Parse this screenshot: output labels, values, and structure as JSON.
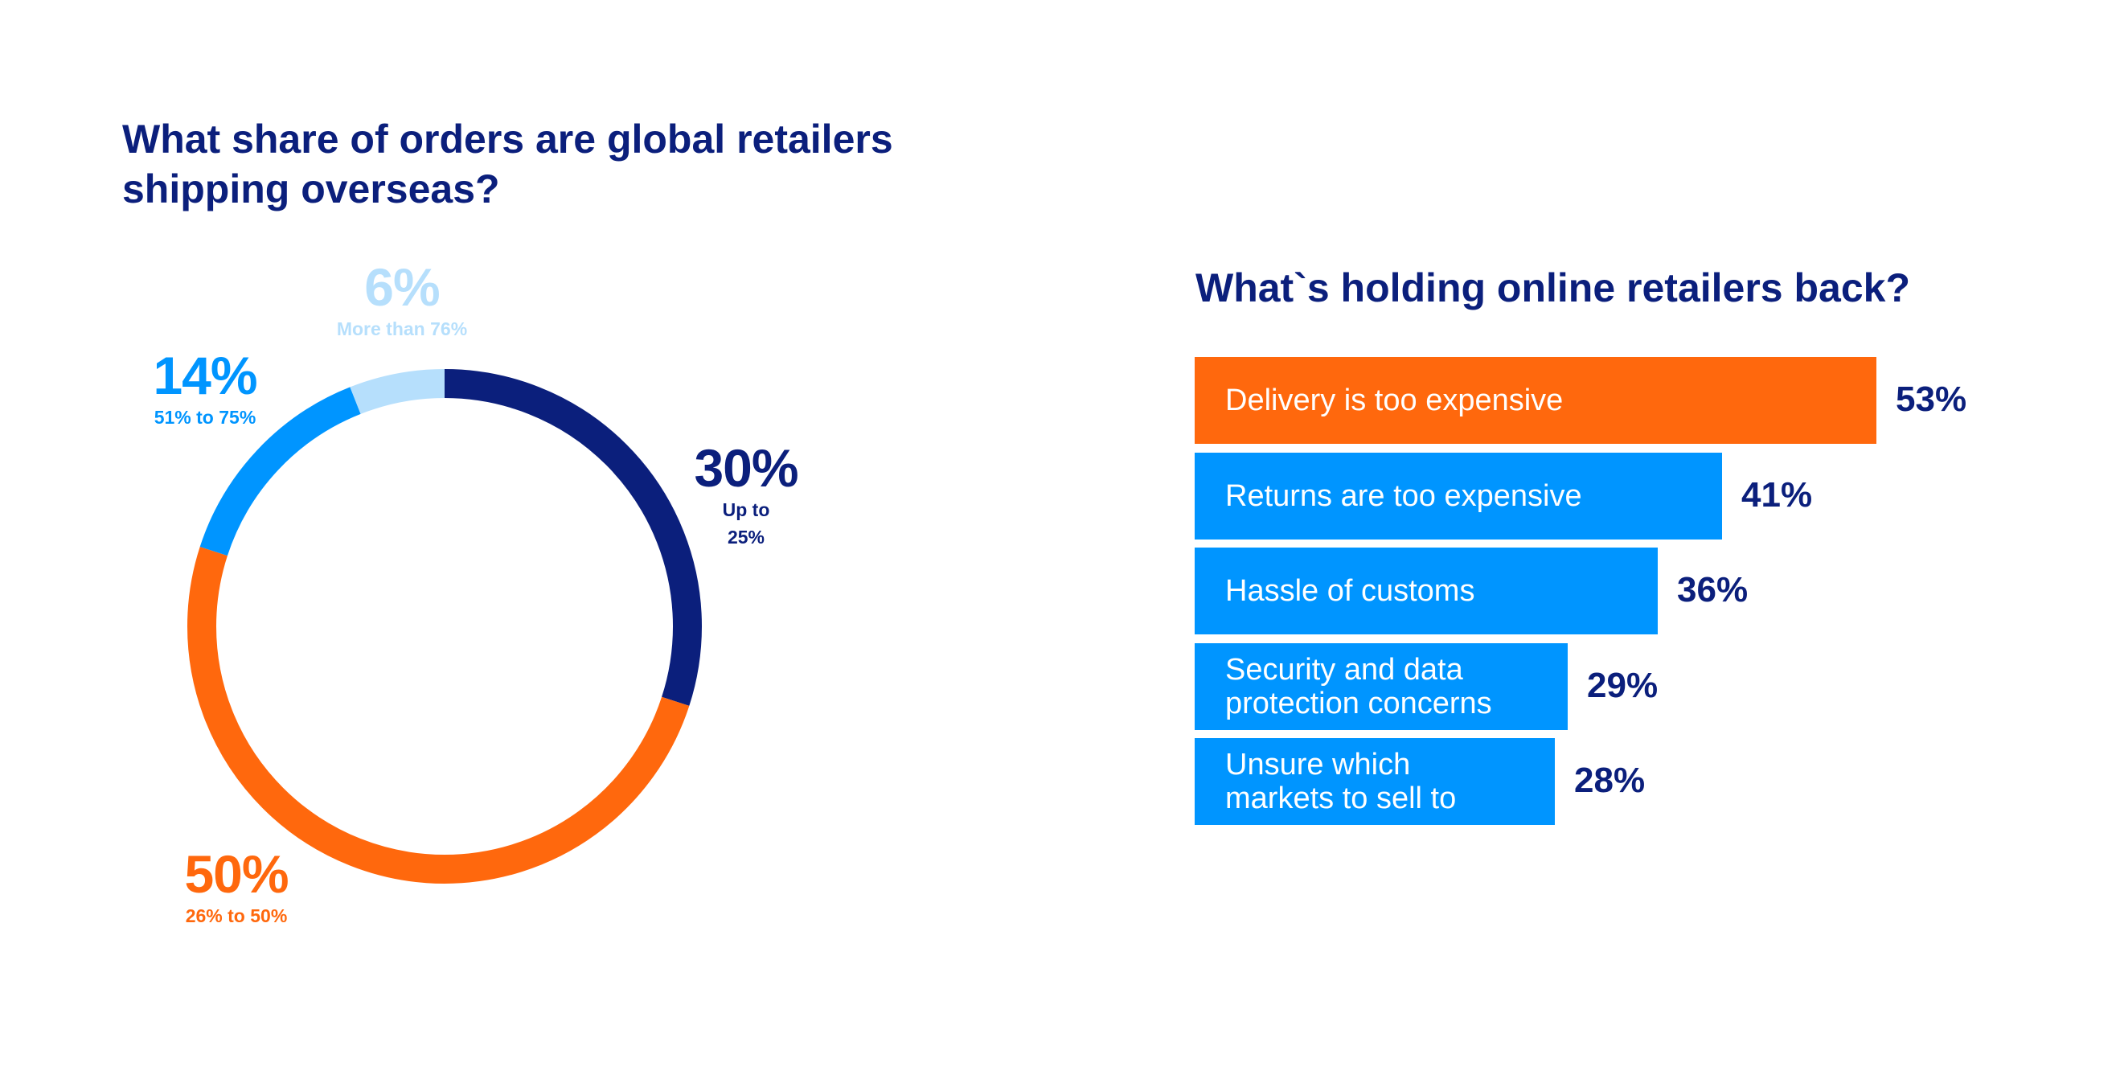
{
  "chart_data": [
    {
      "type": "pie",
      "title": "What share of orders are global retailers shipping overseas?",
      "slices": [
        {
          "label": "Up to 25%",
          "value": 30,
          "value_label": "30%",
          "color": "#0b1f7c"
        },
        {
          "label": "26% to 50%",
          "value": 50,
          "value_label": "50%",
          "color": "#ff680d"
        },
        {
          "label": "51% to 75%",
          "value": 14,
          "value_label": "14%",
          "color": "#0095ff"
        },
        {
          "label": "More than 76%",
          "value": 6,
          "value_label": "6%",
          "color": "#b6dffc"
        }
      ],
      "sub_labels": {
        "up_to_line1": "Up to",
        "up_to_line2": "25%"
      }
    },
    {
      "type": "bar",
      "orientation": "horizontal",
      "title": "What`s holding online retailers back?",
      "categories": [
        "Delivery is too expensive",
        "Returns are too expensive",
        "Hassle of customs",
        "Security and data protection concerns",
        "Unsure which markets to sell to"
      ],
      "category_lines": [
        [
          "Delivery is too expensive"
        ],
        [
          "Returns are too expensive"
        ],
        [
          "Hassle of customs"
        ],
        [
          "Security and data",
          "protection concerns"
        ],
        [
          "Unsure which",
          "markets to sell to"
        ]
      ],
      "values": [
        53,
        41,
        36,
        29,
        28
      ],
      "value_labels": [
        "53%",
        "41%",
        "36%",
        "29%",
        "28%"
      ],
      "colors": [
        "#ff680d",
        "#0095ff",
        "#0095ff",
        "#0095ff",
        "#0095ff"
      ],
      "value_label_color": "#0b1f7c"
    }
  ],
  "left_title_lines": [
    "What share of orders are global retailers",
    "shipping overseas?"
  ]
}
